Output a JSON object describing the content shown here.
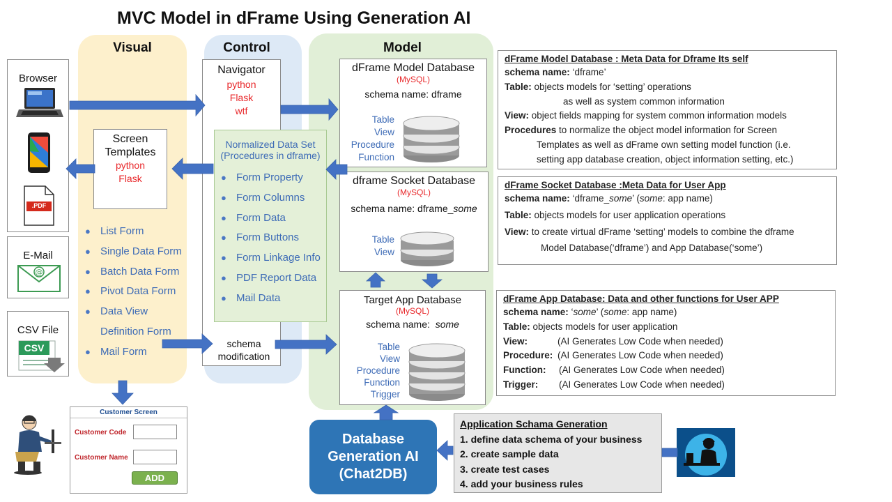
{
  "title": "MVC Model in dFrame Using Generation AI",
  "columns": {
    "visual": "Visual",
    "control": "Control",
    "model": "Model"
  },
  "clients": {
    "browser": "Browser",
    "pdf_badge": ".PDF",
    "email": "E-Mail",
    "csv": "CSV File",
    "csv_badge": "CSV"
  },
  "screen_templates": {
    "title_line1": "Screen",
    "title_line2": "Templates",
    "tech": [
      "python",
      "Flask"
    ]
  },
  "forms": [
    "List Form",
    "Single Data Form",
    "Batch Data Form",
    "Pivot Data Form",
    "Data View",
    "Definition Form",
    "Mail Form"
  ],
  "navigator": {
    "title": "Navigator",
    "tech": [
      "python",
      "Flask",
      "wtf"
    ]
  },
  "normalized": {
    "title_line1": "Normalized Data Set",
    "title_line2": "(Procedures in dframe)",
    "items": [
      "Form Property",
      "Form Columns",
      "Form Data",
      "Form Buttons",
      "Form Linkage Info",
      "PDF Report Data",
      "Mail Data"
    ]
  },
  "schema_mod": {
    "line1": "schema",
    "line2": "modification"
  },
  "dbs": {
    "model": {
      "title": "dFrame Model Database",
      "engine": "(MySQL)",
      "schema_label": "schema name: dframe",
      "objects": [
        "Table",
        "View",
        "Procedure",
        "Function"
      ]
    },
    "socket": {
      "title": "dframe Socket Database",
      "engine": "(MySQL)",
      "schema_prefix": "schema name: dframe_",
      "schema_suffix": "some",
      "objects": [
        "Table",
        "View"
      ]
    },
    "target": {
      "title": "Target App Database",
      "engine": "(MySQL)",
      "schema_prefix": "schema name:",
      "schema_suffix": "some",
      "objects": [
        "Table",
        "View",
        "Procedure",
        "Function",
        "Trigger"
      ]
    }
  },
  "desc_model": {
    "heading": "dFrame Model Database : Meta Data for Dframe Its self",
    "l1_b": "schema name:",
    "l1": " ‘dframe’",
    "l2_b": "Table:",
    "l2": " objects models for ‘setting’ operations",
    "l3": "as well as system common information",
    "l4_b": "View:",
    "l4": " object fields mapping for system common  information models",
    "l5_b": "Procedures",
    "l5": " to normalize the object model information for Screen",
    "l6": "Templates as well as dFrame own  setting model function (i.e.",
    "l7": "setting app   database creation, object information setting, etc.)"
  },
  "desc_socket": {
    "heading": "dFrame Socket Database :Meta Data for User App",
    "l1_b": "schema name:",
    "l1a": " ‘dframe_",
    "l1i": "some",
    "l1b": "’   (",
    "l1i2": "some",
    "l1c": ": app name)",
    "l2_b": "Table:",
    "l2": " objects models for user application operations",
    "l3_b": "View:",
    "l3": "  to create virtual dFrame ‘setting’ models to combine the dframe",
    "l4": "Model Database(‘dframe’) and App Database(‘some’)"
  },
  "desc_app": {
    "heading": "dFrame App Database: Data and other functions for User APP",
    "l1_b": "schema name:",
    "l1a": " ‘",
    "l1i": "some",
    "l1b": "’  (",
    "l1i2": "some",
    "l1c": ": app name)",
    "l2_b": "Table:",
    "l2": " objects models for user application",
    "rows": [
      {
        "label": "View:",
        "text": "(AI Generates Low Code when needed)"
      },
      {
        "label": "Procedure:",
        "text": "(AI Generates Low Code when needed)"
      },
      {
        "label": "Function:",
        "text": "(AI Generates Low Code when needed)"
      },
      {
        "label": "Trigger:",
        "text": "(AI Generates Low Code when needed)"
      }
    ]
  },
  "gen_ai": {
    "line1": "Database",
    "line2": "Generation AI",
    "line3": "(Chat2DB)"
  },
  "app_schema": {
    "heading": "Application Schama Generation",
    "steps": [
      "1. define data schema of your business",
      "2. create sample data",
      "3. create test cases",
      "4. add your business rules"
    ]
  },
  "customer_screen": {
    "title": "Customer Screen",
    "code_label": "Customer Code",
    "name_label": "Customer Name",
    "add_button": "ADD"
  },
  "colors": {
    "visual_bg": "#fdf0cc",
    "control_bg": "#dde9f6",
    "model_bg": "#e1efd7",
    "arrow": "#4472c4",
    "gen_ai_bg": "#2e75b6",
    "normalized_bg": "#e4f0d8",
    "red": "#e8272a",
    "label_blue": "#3d6bb6"
  }
}
